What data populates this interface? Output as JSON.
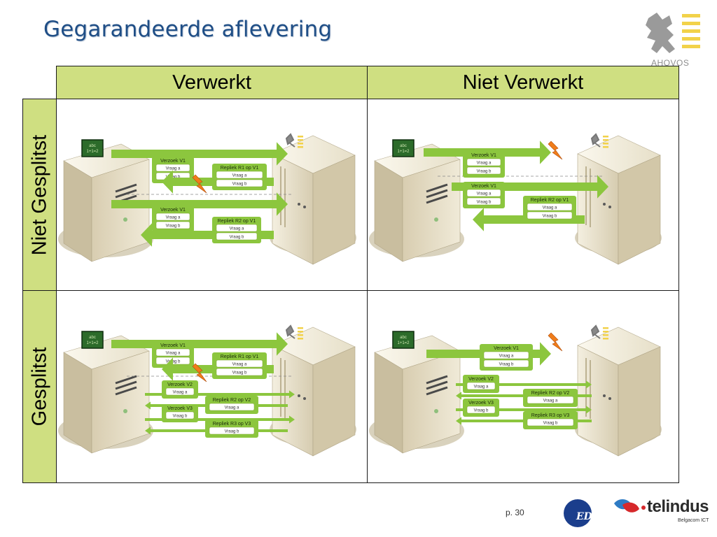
{
  "title": "Gegarandeerde aflevering",
  "logo_text": "AHOVOS",
  "columns": [
    "Verwerkt",
    "Niet Verwerkt"
  ],
  "rows": [
    "Niet Gesplitst",
    "Gesplitst"
  ],
  "page_label": "p.  30",
  "footer_logo_eds": "EDS",
  "footer_logo_telindus": "telindus",
  "footer_logo_telindus_sub": "Belgacom ICT",
  "screen_text": [
    "abc",
    "1+1=2"
  ],
  "colors": {
    "header_fill": "#cfdf81",
    "arrow_green": "#8cc63e",
    "title_blue": "#1f4e86",
    "bolt_orange": "#f07d1a"
  },
  "scenarios": {
    "a": {
      "bolt": "reply",
      "messages": [
        {
          "title": "Verzoek V1",
          "items": [
            "Vraag a",
            "Vraag b"
          ],
          "dir": "right"
        },
        {
          "title": "Repliek R1 op V1",
          "items": [
            "Vraag a",
            "Vraag b"
          ],
          "dir": "left"
        },
        {
          "title": "Verzoek V1",
          "items": [
            "Vraag a",
            "Vraag b"
          ],
          "dir": "right"
        },
        {
          "title": "Repliek R2 op V1",
          "items": [
            "Vraag a",
            "Vraag b"
          ],
          "dir": "left"
        }
      ]
    },
    "b": {
      "bolt": "request",
      "messages": [
        {
          "title": "Verzoek V1",
          "items": [
            "Vraag a",
            "Vraag b"
          ],
          "dir": "right"
        },
        {
          "title": "Verzoek V1",
          "items": [
            "Vraag a",
            "Vraag b"
          ],
          "dir": "right"
        },
        {
          "title": "Repliek R2 op V1",
          "items": [
            "Vraag a",
            "Vraag b"
          ],
          "dir": "left"
        }
      ]
    },
    "c": {
      "bolt": "reply",
      "messages": [
        {
          "title": "Verzoek V1",
          "items": [
            "Vraag a",
            "Vraag b"
          ],
          "dir": "right"
        },
        {
          "title": "Repliek R1 op V1",
          "items": [
            "Vraag a",
            "Vraag b"
          ],
          "dir": "left"
        },
        {
          "title": "Verzoek V2",
          "items": [
            "Vraag a"
          ],
          "dir": "right"
        },
        {
          "title": "Repliek R2 op V2",
          "items": [
            "Vraag a"
          ],
          "dir": "left"
        },
        {
          "title": "Verzoek V3",
          "items": [
            "Vraag b"
          ],
          "dir": "right"
        },
        {
          "title": "Repliek R3 op V3",
          "items": [
            "Vraag b"
          ],
          "dir": "left"
        }
      ]
    },
    "d": {
      "bolt": "request",
      "messages": [
        {
          "title": "Verzoek V1",
          "items": [
            "Vraag a",
            "Vraag b"
          ],
          "dir": "right"
        },
        {
          "title": "Verzoek V2",
          "items": [
            "Vraag a"
          ],
          "dir": "right"
        },
        {
          "title": "Repliek R2 op V2",
          "items": [
            "Vraag a"
          ],
          "dir": "left"
        },
        {
          "title": "Verzoek V3",
          "items": [
            "Vraag b"
          ],
          "dir": "right"
        },
        {
          "title": "Repliek R3 op V3",
          "items": [
            "Vraag b"
          ],
          "dir": "left"
        }
      ]
    }
  }
}
